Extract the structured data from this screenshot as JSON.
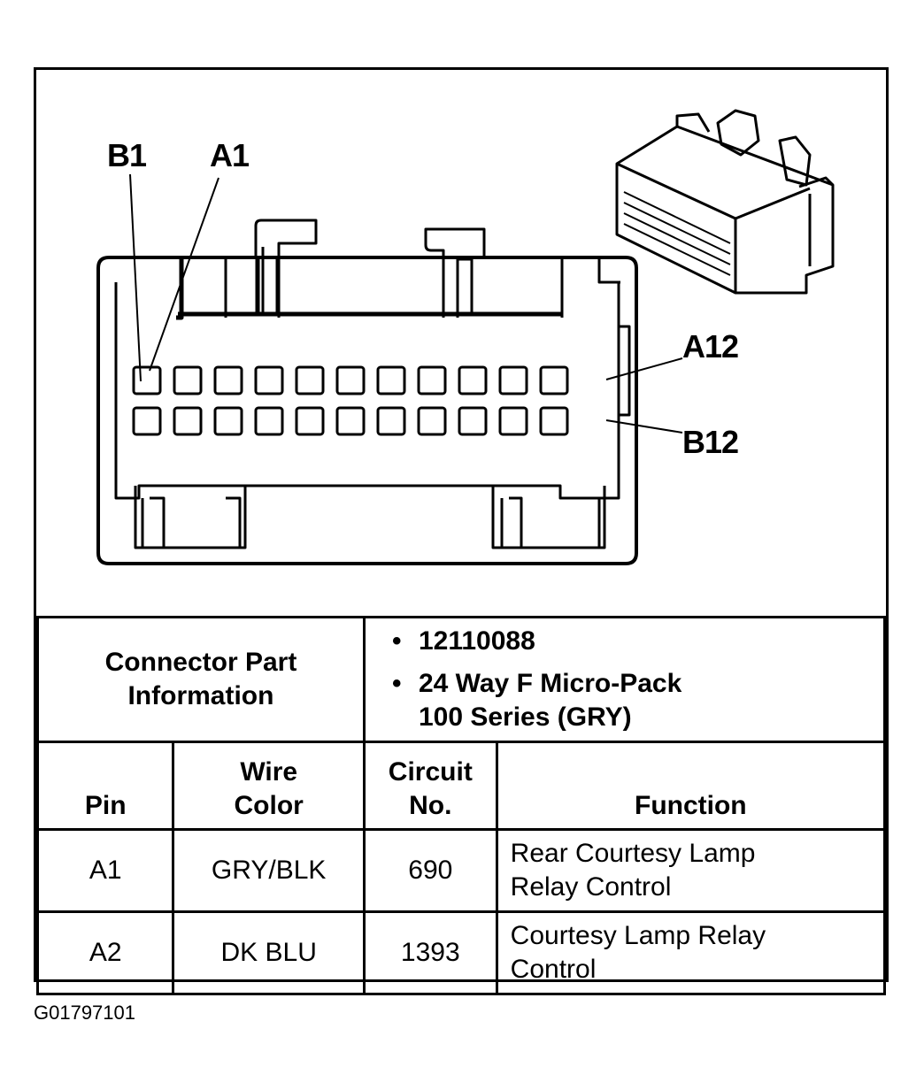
{
  "diagram": {
    "labels": {
      "b1": "B1",
      "a1": "A1",
      "a12": "A12",
      "b12": "B12"
    }
  },
  "connector_info": {
    "header_line1": "Connector Part",
    "header_line2": "Information",
    "part_number": "12110088",
    "description_line1": "24 Way F Micro-Pack",
    "description_line2": "100 Series (GRY)"
  },
  "table": {
    "columns": {
      "pin": "Pin",
      "wire_line1": "Wire",
      "wire_line2": "Color",
      "circuit_line1": "Circuit",
      "circuit_line2": "No.",
      "function": "Function"
    },
    "rows": [
      {
        "pin": "A1",
        "wire": "GRY/BLK",
        "circuit": "690",
        "func_line1": "Rear Courtesy Lamp",
        "func_line2": "Relay Control"
      },
      {
        "pin": "A2",
        "wire": "DK BLU",
        "circuit": "1393",
        "func_line1": "Courtesy Lamp Relay",
        "func_line2": "Control"
      }
    ]
  },
  "footer": {
    "figure_id": "G01797101"
  }
}
